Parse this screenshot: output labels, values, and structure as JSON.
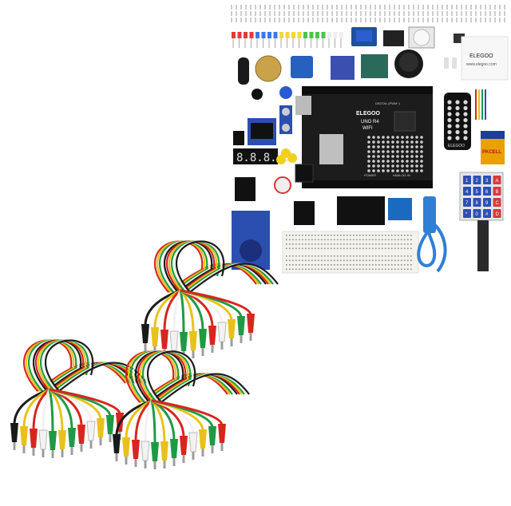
{
  "kit": {
    "brand": "ELEGOO",
    "board_line1": "UNO R4",
    "board_line2": "WIFI",
    "board_header_digital": "DIGITAL (PWM~)",
    "board_header_power": "POWER",
    "board_header_analog": "ANALOG IN",
    "box_brand": "ELEGOO",
    "box_url": "www.elegoo.com",
    "remote_brand": "ELEGOO",
    "battery_label": "PKCELL",
    "lcd_text": "",
    "seg_display_text": "8.8.8.8."
  },
  "keypad": {
    "keys": [
      "1",
      "2",
      "3",
      "A",
      "4",
      "5",
      "6",
      "B",
      "7",
      "8",
      "9",
      "C",
      "*",
      "0",
      "#",
      "D"
    ]
  },
  "remote": {
    "keys": [
      "",
      "",
      "",
      "",
      "",
      "",
      "",
      "",
      "",
      "",
      "",
      "",
      "",
      "",
      "",
      "",
      "",
      "",
      "",
      "",
      ""
    ]
  },
  "colors": {
    "board": "#1c1c1c",
    "wire_red": "#d7261e",
    "wire_yellow": "#e8c21a",
    "wire_green": "#1f9a44",
    "wire_white": "#f2f2f2",
    "wire_black": "#1a1a1a",
    "breadboard": "#f4f2ec",
    "sensor_blue": "#2a4fb0"
  }
}
